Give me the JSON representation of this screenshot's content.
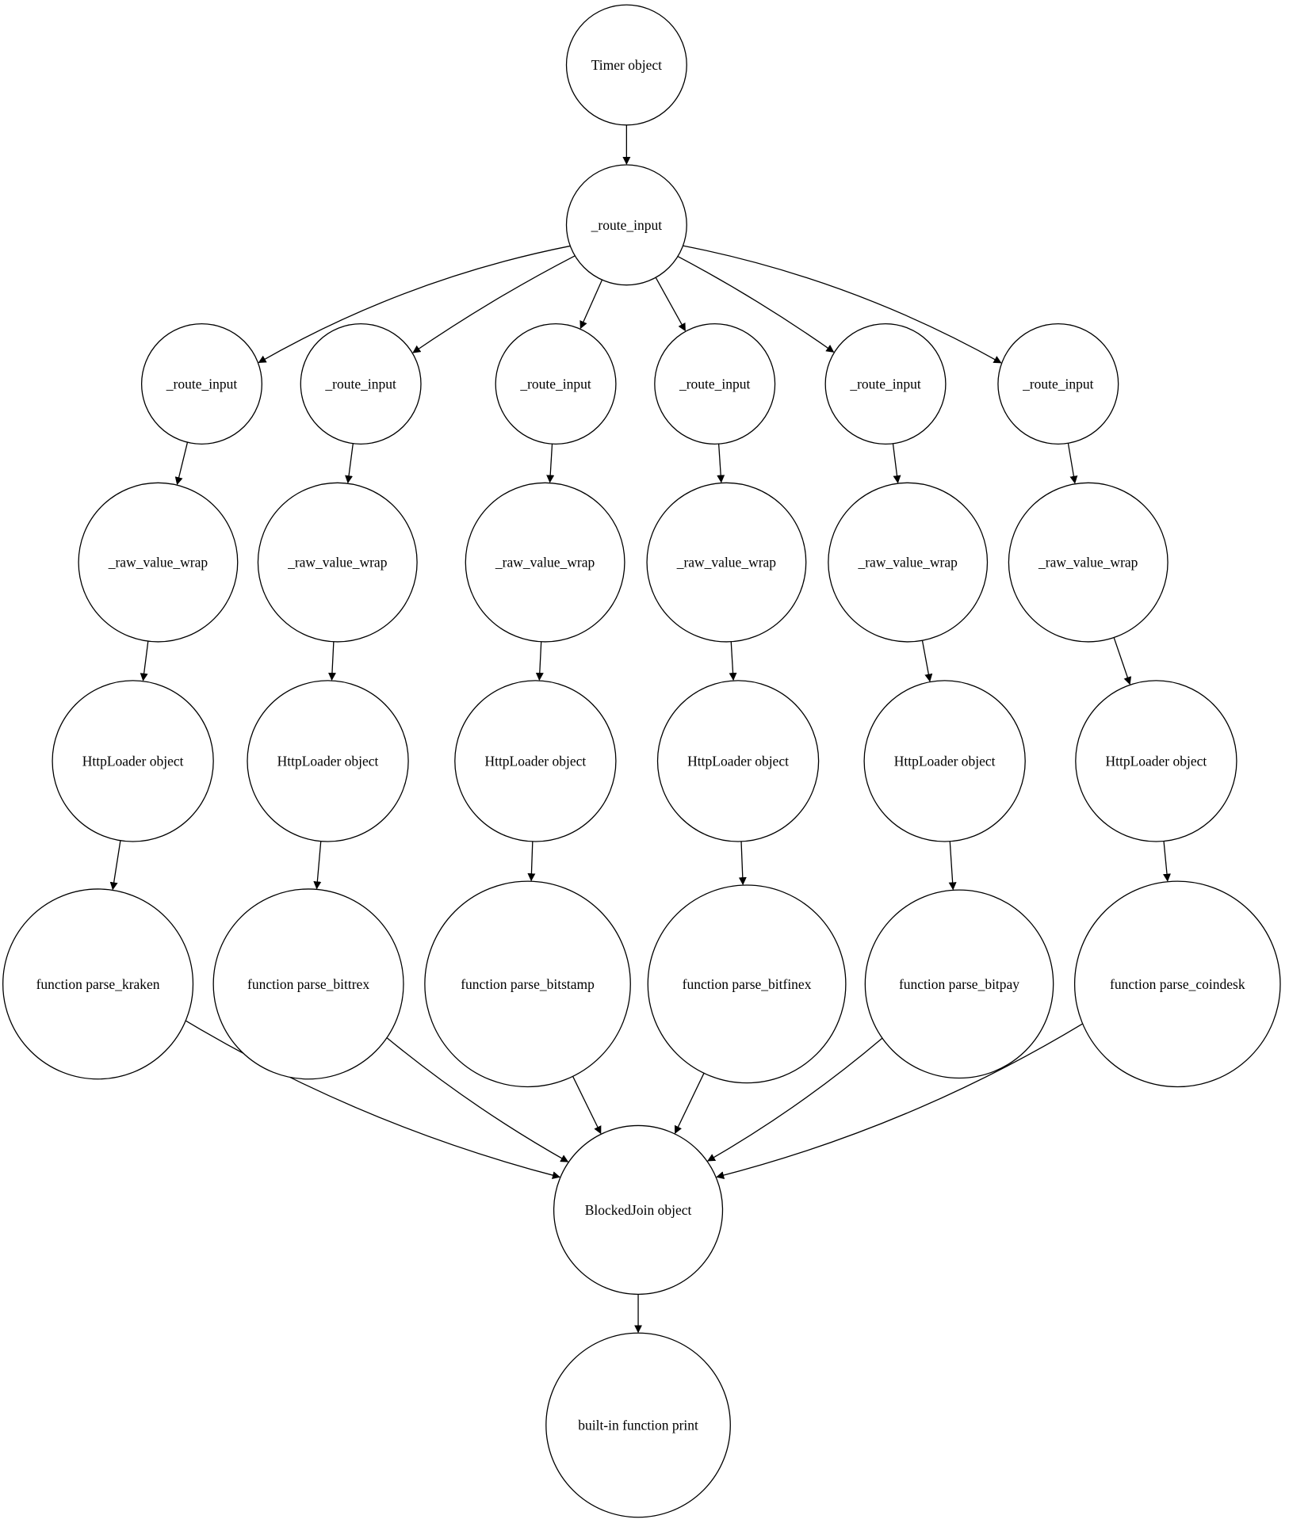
{
  "graph": {
    "nodes": [
      {
        "id": "timer",
        "label": "Timer object"
      },
      {
        "id": "route_root",
        "label": "_route_input"
      },
      {
        "id": "route_1",
        "label": "_route_input"
      },
      {
        "id": "route_2",
        "label": "_route_input"
      },
      {
        "id": "route_3",
        "label": "_route_input"
      },
      {
        "id": "route_4",
        "label": "_route_input"
      },
      {
        "id": "route_5",
        "label": "_route_input"
      },
      {
        "id": "route_6",
        "label": "_route_input"
      },
      {
        "id": "wrap_1",
        "label": "_raw_value_wrap"
      },
      {
        "id": "wrap_2",
        "label": "_raw_value_wrap"
      },
      {
        "id": "wrap_3",
        "label": "_raw_value_wrap"
      },
      {
        "id": "wrap_4",
        "label": "_raw_value_wrap"
      },
      {
        "id": "wrap_5",
        "label": "_raw_value_wrap"
      },
      {
        "id": "wrap_6",
        "label": "_raw_value_wrap"
      },
      {
        "id": "http_1",
        "label": "HttpLoader object"
      },
      {
        "id": "http_2",
        "label": "HttpLoader object"
      },
      {
        "id": "http_3",
        "label": "HttpLoader object"
      },
      {
        "id": "http_4",
        "label": "HttpLoader object"
      },
      {
        "id": "http_5",
        "label": "HttpLoader object"
      },
      {
        "id": "http_6",
        "label": "HttpLoader object"
      },
      {
        "id": "parse_kraken",
        "label": "function parse_kraken"
      },
      {
        "id": "parse_bittrex",
        "label": "function parse_bittrex"
      },
      {
        "id": "parse_bitstamp",
        "label": "function parse_bitstamp"
      },
      {
        "id": "parse_bitfinex",
        "label": "function parse_bitfinex"
      },
      {
        "id": "parse_bitpay",
        "label": "function parse_bitpay"
      },
      {
        "id": "parse_coindesk",
        "label": "function parse_coindesk"
      },
      {
        "id": "join",
        "label": "BlockedJoin object"
      },
      {
        "id": "print",
        "label": "built-in function print"
      }
    ],
    "edges": [
      {
        "from": "timer",
        "to": "route_root"
      },
      {
        "from": "route_root",
        "to": "route_1"
      },
      {
        "from": "route_root",
        "to": "route_2"
      },
      {
        "from": "route_root",
        "to": "route_3"
      },
      {
        "from": "route_root",
        "to": "route_4"
      },
      {
        "from": "route_root",
        "to": "route_5"
      },
      {
        "from": "route_root",
        "to": "route_6"
      },
      {
        "from": "route_1",
        "to": "wrap_1"
      },
      {
        "from": "route_2",
        "to": "wrap_2"
      },
      {
        "from": "route_3",
        "to": "wrap_3"
      },
      {
        "from": "route_4",
        "to": "wrap_4"
      },
      {
        "from": "route_5",
        "to": "wrap_5"
      },
      {
        "from": "route_6",
        "to": "wrap_6"
      },
      {
        "from": "wrap_1",
        "to": "http_1"
      },
      {
        "from": "wrap_2",
        "to": "http_2"
      },
      {
        "from": "wrap_3",
        "to": "http_3"
      },
      {
        "from": "wrap_4",
        "to": "http_4"
      },
      {
        "from": "wrap_5",
        "to": "http_5"
      },
      {
        "from": "wrap_6",
        "to": "http_6"
      },
      {
        "from": "http_1",
        "to": "parse_kraken"
      },
      {
        "from": "http_2",
        "to": "parse_bittrex"
      },
      {
        "from": "http_3",
        "to": "parse_bitstamp"
      },
      {
        "from": "http_4",
        "to": "parse_bitfinex"
      },
      {
        "from": "http_5",
        "to": "parse_bitpay"
      },
      {
        "from": "http_6",
        "to": "parse_coindesk"
      },
      {
        "from": "parse_kraken",
        "to": "join"
      },
      {
        "from": "parse_bittrex",
        "to": "join"
      },
      {
        "from": "parse_bitstamp",
        "to": "join"
      },
      {
        "from": "parse_bitfinex",
        "to": "join"
      },
      {
        "from": "parse_bitpay",
        "to": "join"
      },
      {
        "from": "parse_coindesk",
        "to": "join"
      },
      {
        "from": "join",
        "to": "print"
      }
    ]
  }
}
